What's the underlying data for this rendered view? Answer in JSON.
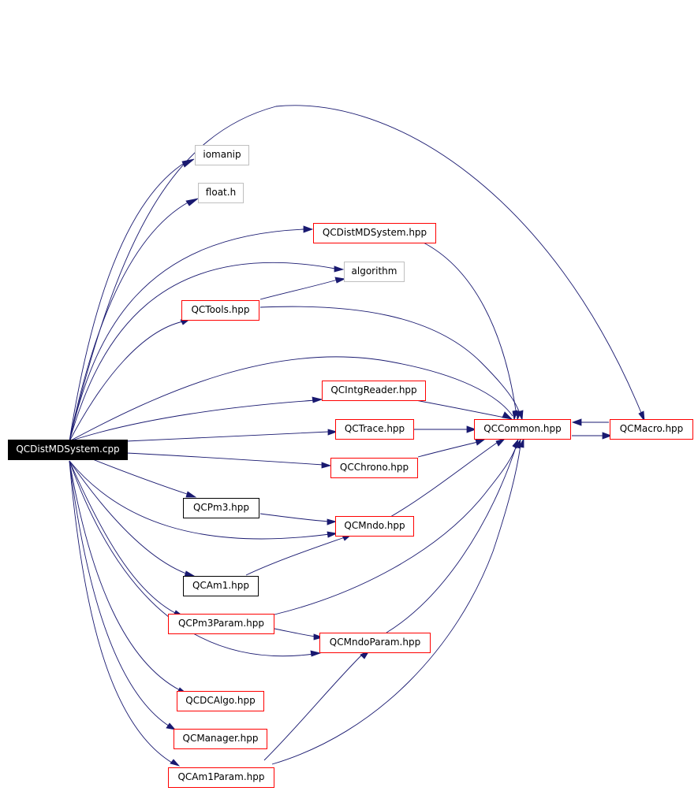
{
  "graph": {
    "root": "QCDistMDSystem.cpp",
    "nodes": {
      "iomanip": "iomanip",
      "float_h": "float.h",
      "qcdistmdsystem_hpp": "QCDistMDSystem.hpp",
      "algorithm": "algorithm",
      "qctools_hpp": "QCTools.hpp",
      "qcintgreader_hpp": "QCIntgReader.hpp",
      "qctrace_hpp": "QCTrace.hpp",
      "qccommon_hpp": "QCCommon.hpp",
      "qcmacro_hpp": "QCMacro.hpp",
      "qcchrono_hpp": "QCChrono.hpp",
      "qcpm3_hpp": "QCPm3.hpp",
      "qcmndo_hpp": "QCMndo.hpp",
      "qcam1_hpp": "QCAm1.hpp",
      "qcpm3param_hpp": "QCPm3Param.hpp",
      "qcmndoparam_hpp": "QCMndoParam.hpp",
      "qcdcalgo_hpp": "QCDCAlgo.hpp",
      "qcmanager_hpp": "QCManager.hpp",
      "qcam1param_hpp": "QCAm1Param.hpp"
    },
    "colors": {
      "edge": "#191970",
      "documented_border": "#ff0000",
      "undocumented_border": "#000000",
      "external_border": "#bfbfbf",
      "root_fill": "#000000",
      "root_text": "#ffffff"
    }
  }
}
